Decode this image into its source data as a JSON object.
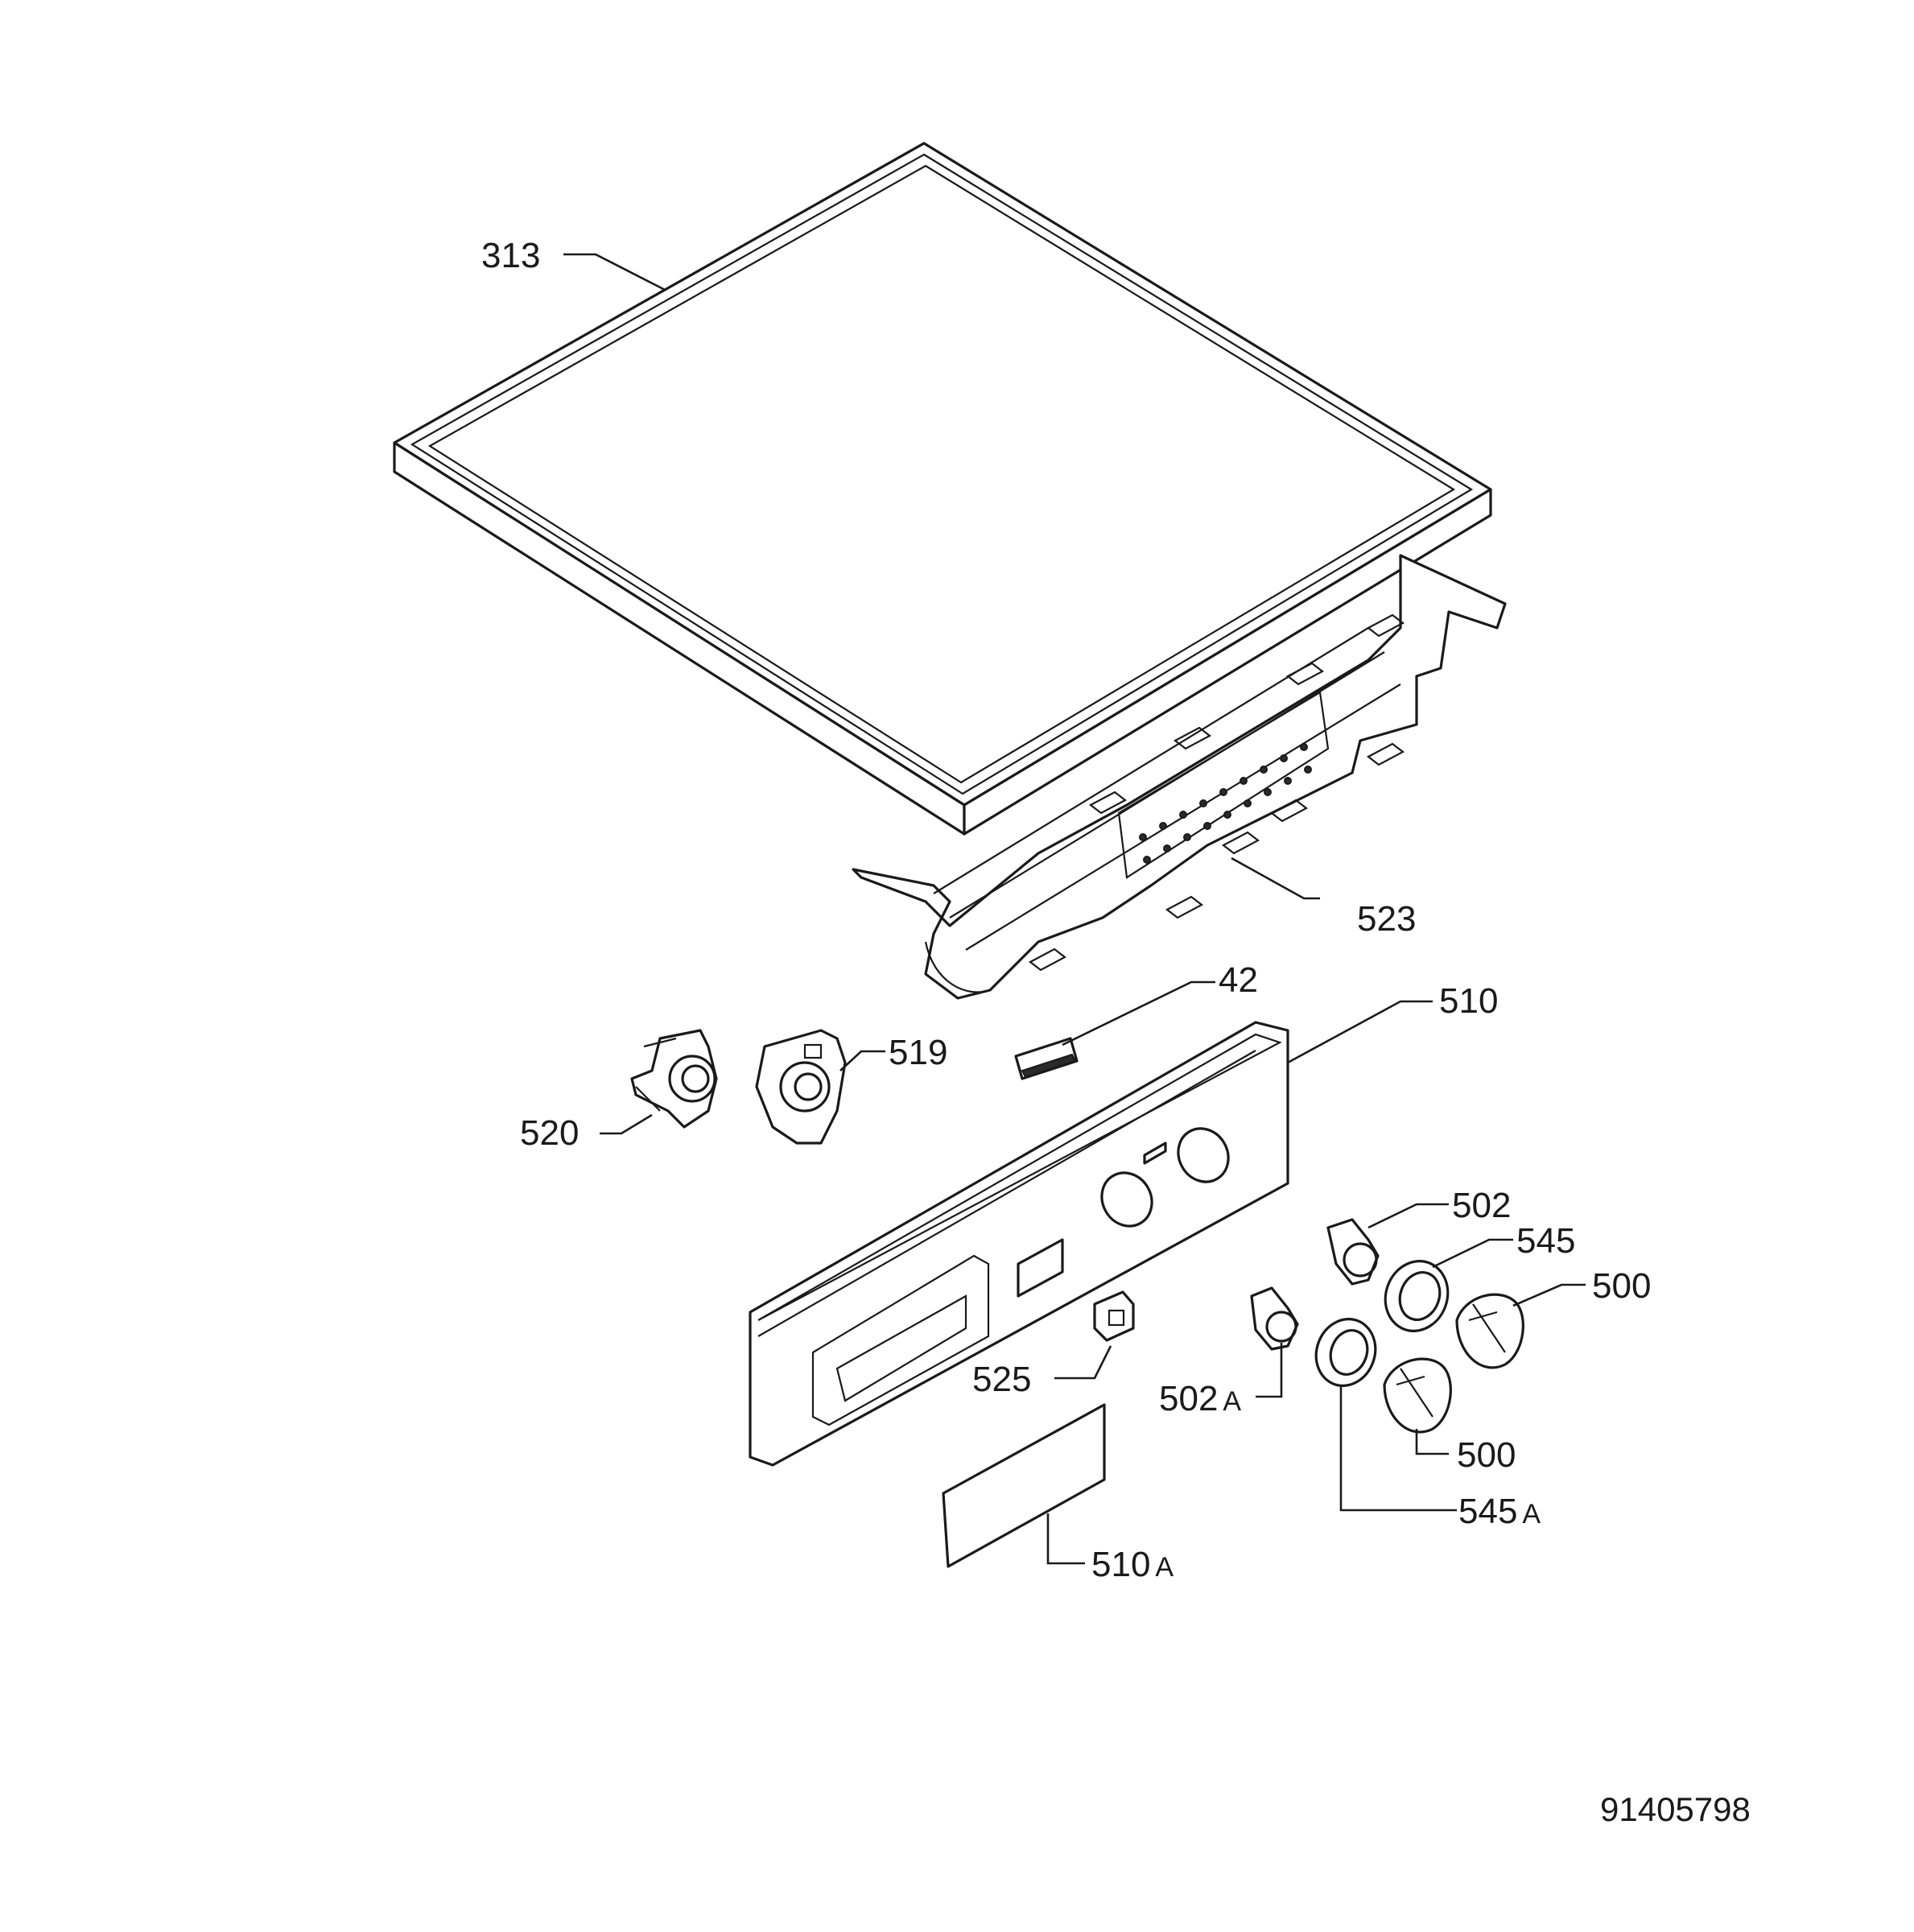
{
  "labels": {
    "p313": "313",
    "p523": "523",
    "p42": "42",
    "p510": "510",
    "p519": "519",
    "p520": "520",
    "p502": "502",
    "p545": "545",
    "p500_top": "500",
    "p525": "525",
    "p502a": "502",
    "p502a_suffix": "A",
    "p500_bottom": "500",
    "p545a": "545",
    "p545a_suffix": "A",
    "p510a": "510",
    "p510a_suffix": "A"
  },
  "document_number": "91405798"
}
